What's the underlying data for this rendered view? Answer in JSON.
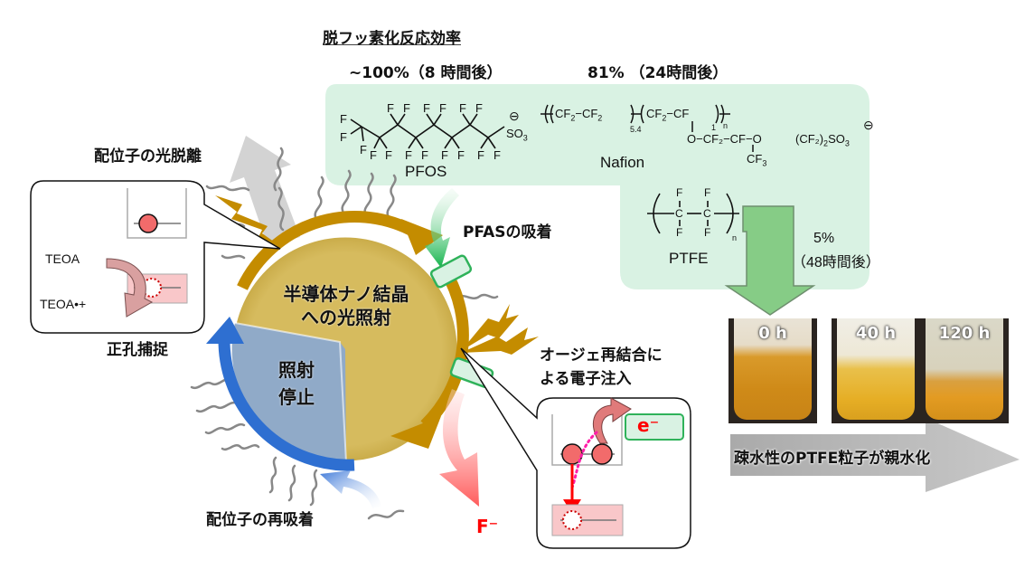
{
  "title": "脱フッ素化反応効率",
  "efficiency": {
    "pfos": "~100%（8 時間後）",
    "nafion": "81% （24時間後）",
    "ptfe_value": "5%",
    "ptfe_time": "（48時間後）"
  },
  "molecules": {
    "pfos": {
      "name": "PFOS",
      "atom": "F",
      "sulfonate": "SO",
      "sub3": "3",
      "charge": "⊖"
    },
    "nafion": {
      "name": "Nafion",
      "backbone_1": "CF",
      "sub2": "2",
      "dash": "−",
      "repeat_a": "5.4",
      "repeat_b": "1",
      "repeat_n": "n",
      "side_chain": "O−CF₂−CF−O",
      "tail": "(CF₂)",
      "tail_sub": "2",
      "sulfonate": "SO",
      "sulfonate_sub": "3",
      "branch": "CF",
      "branch_sub": "3",
      "charge": "⊖"
    },
    "ptfe": {
      "name": "PTFE",
      "atom_c": "C",
      "atom_f": "F",
      "repeat_n": "n"
    }
  },
  "center": {
    "irradiation": "半導体ナノ結晶への光照射",
    "irradiation_line1": "半導体ナノ結晶",
    "irradiation_line2": "への光照射",
    "stop_line1": "照射",
    "stop_line2": "停止"
  },
  "labels": {
    "ligand_photodesorption": "配位子の光脱離",
    "hole_capture": "正孔捕捉",
    "pfas_adsorption": "PFAS の吸着",
    "pfas_adsorption_text": "PFASの吸着",
    "auger_line1": "オージェ再結合に",
    "auger_line2": "よる電子注入",
    "ligand_readsorption": "配位子の再吸着",
    "fluoride": "F⁻",
    "electron": "e⁻",
    "teoa": "TEOA",
    "teoa_radical": "TEOA•+",
    "hydrophilic": "疎水性のPTFE粒子が親水化"
  },
  "photos": [
    {
      "label": "0 h"
    },
    {
      "label": "40 h"
    },
    {
      "label": "120 h"
    }
  ],
  "colors": {
    "green_panel": "#d9f2e3",
    "gold": "#c48c00",
    "nano_fill": "#d4b95c",
    "stop_fill": "#8faac8",
    "blue_arrow": "#2e6fd1",
    "red": "#ff0000",
    "pink_band": "#f9c7c9",
    "electron_red": "#f26b6b",
    "green_outline": "#2fb25a",
    "gray_arrow": "#d0d0d0"
  }
}
